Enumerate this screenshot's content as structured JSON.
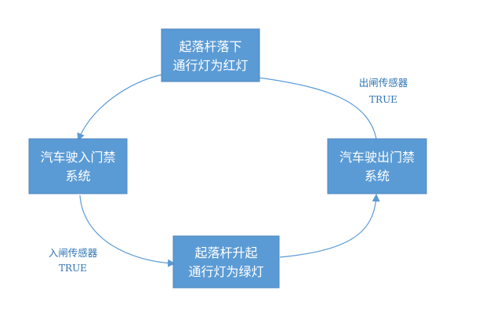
{
  "colors": {
    "node_fill": "#5b9bd5",
    "node_text": "#ffffff",
    "edge": "#5b9bd5",
    "label_text": "#2e75b6"
  },
  "nodes": {
    "top": {
      "line1": "起落杆落下",
      "line2": "通行灯为红灯"
    },
    "left": {
      "line1": "汽车驶入门禁",
      "line2": "系统"
    },
    "bottom": {
      "line1": "起落杆升起",
      "line2": "通行灯为绿灯"
    },
    "right": {
      "line1": "汽车驶出门禁",
      "line2": "系统"
    }
  },
  "edge_labels": {
    "exit_sensor": {
      "line1": "出闸传感器",
      "line2": "TRUE"
    },
    "entry_sensor": {
      "line1": "入闸传感器",
      "line2": "TRUE"
    }
  }
}
